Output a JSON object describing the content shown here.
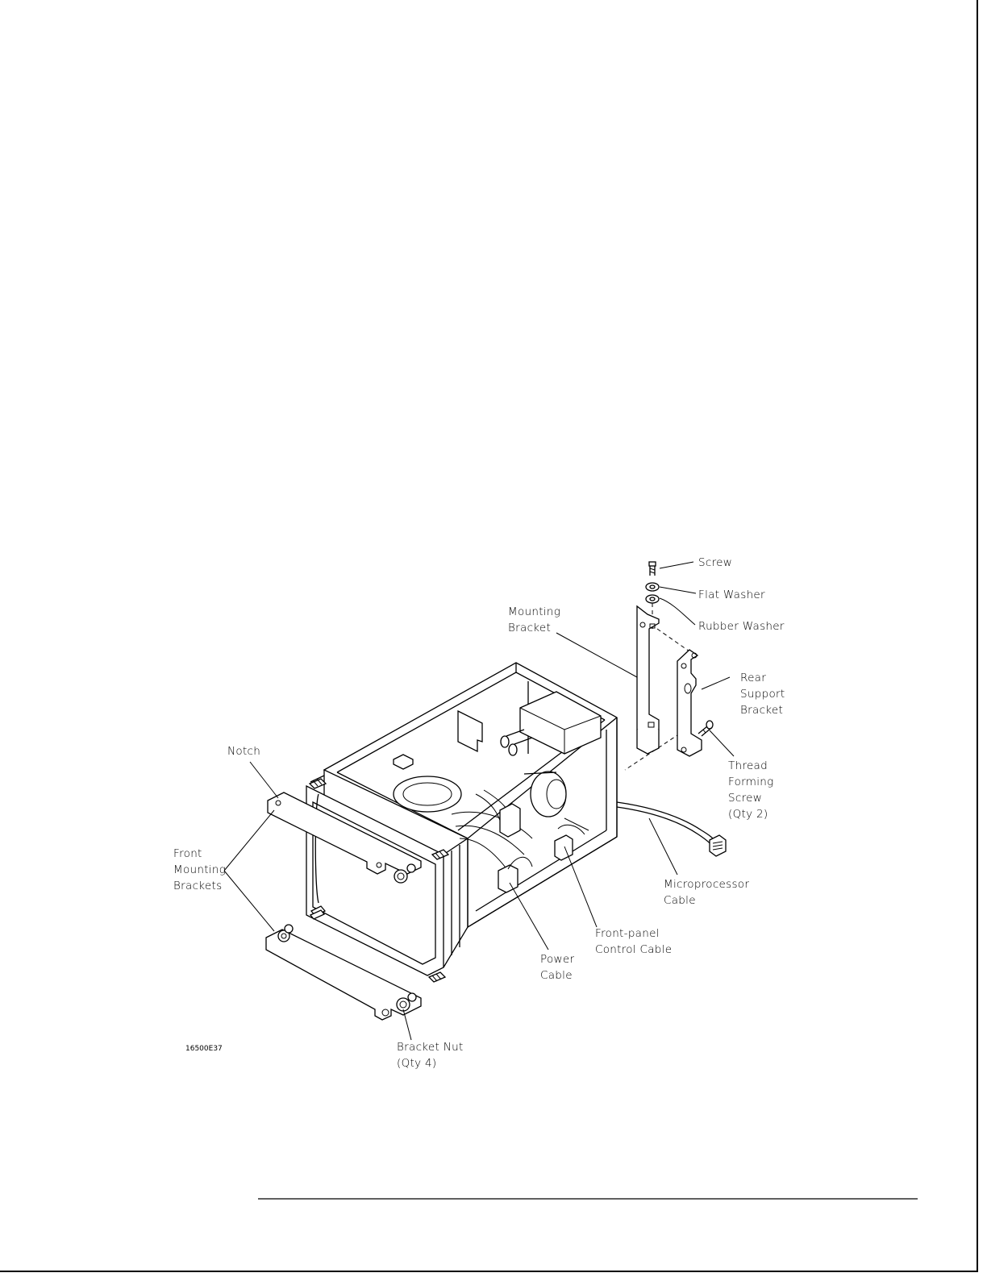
{
  "figure": {
    "id": "16500E37",
    "labels": {
      "screw": "Screw",
      "flat_washer": "Flat Washer",
      "rubber_washer": "Rubber Washer",
      "mounting_bracket": [
        "Mounting",
        "Bracket"
      ],
      "rear_support_bracket": [
        "Rear",
        "Support",
        "Bracket"
      ],
      "thread_forming_screw": [
        "Thread",
        "Forming",
        "Screw",
        "(Qty 2)"
      ],
      "notch": "Notch",
      "front_mounting_brackets": [
        "Front",
        "Mounting",
        "Brackets"
      ],
      "microprocessor_cable": [
        "Microprocessor",
        "Cable"
      ],
      "front_panel_control_cable": [
        "Front-panel",
        "Control Cable"
      ],
      "power_cable": [
        "Power",
        "Cable"
      ],
      "bracket_nut": [
        "Bracket Nut",
        "(Qty 4)"
      ]
    }
  }
}
